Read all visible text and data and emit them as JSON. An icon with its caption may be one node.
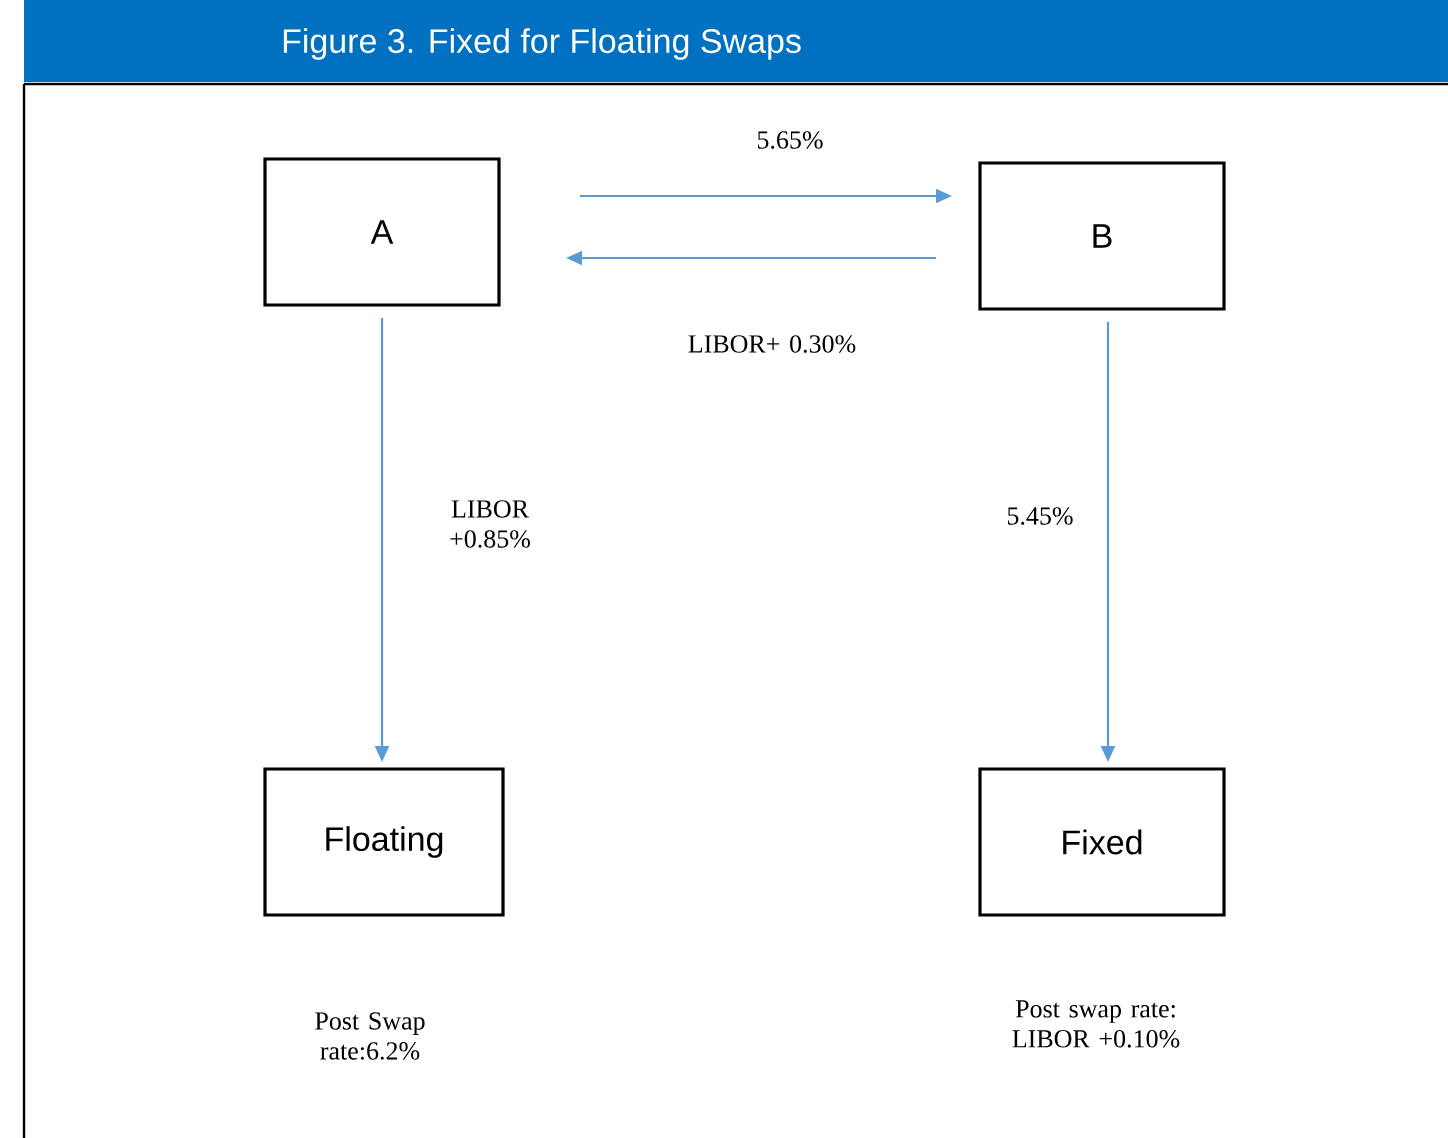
{
  "diagram": {
    "title": "Figure 3. Fixed for Floating Swaps",
    "nodes": [
      {
        "text": [
          "A"
        ]
      },
      {
        "text": [
          "B"
        ]
      },
      {
        "text": [
          "Floating"
        ],
        "beside": [
          "Post Swap rate:6.2%"
        ]
      },
      {
        "text": [
          "Fixed"
        ],
        "beside": [
          "Post swap rate: LIBOR +0.10%"
        ]
      }
    ],
    "edges": [
      {
        "from": 0,
        "to": 1,
        "arrow": "to",
        "label": "5.65%"
      },
      {
        "from": 1,
        "to": 0,
        "arrow": "to",
        "label": "LIBOR+ 0.30%"
      },
      {
        "from": 0,
        "to": 2,
        "arrow": "to",
        "label": "LIBOR +0.85%"
      },
      {
        "from": 1,
        "to": 3,
        "arrow": "to",
        "label": "5.45%"
      }
    ]
  }
}
